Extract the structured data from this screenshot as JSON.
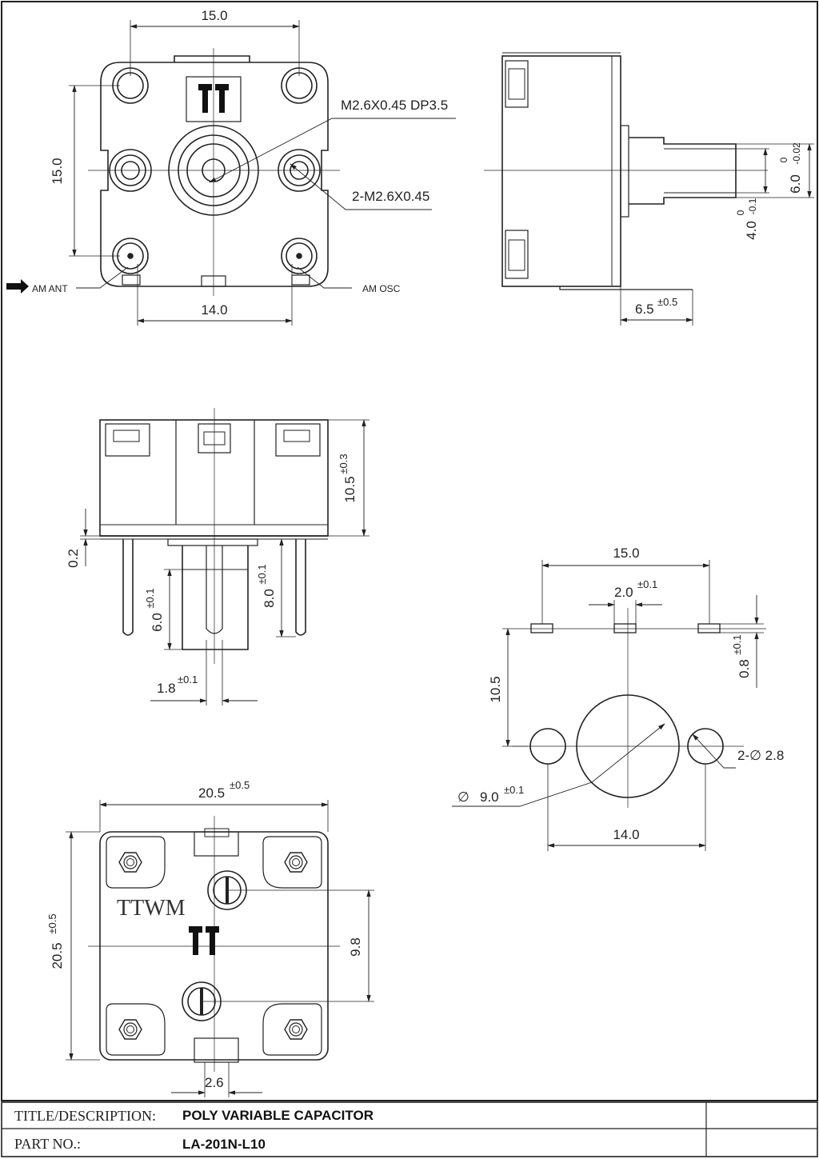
{
  "front_view": {
    "dim_width_top": "15.0",
    "dim_height_left": "15.0",
    "dim_width_bottom": "14.0",
    "callout_shaft_thread": "M2.6X0.45 DP3.5",
    "callout_mount_threads": "2-M2.6X0.45",
    "label_ant": "AM ANT",
    "label_osc": "AM OSC"
  },
  "side_view": {
    "dim_shaft_dia": "6.0",
    "dim_shaft_dia_tol_upper": "0",
    "dim_shaft_dia_tol_lower": "-0.02",
    "dim_shaft_flat": "4.0",
    "dim_shaft_flat_tol_upper": "0",
    "dim_shaft_flat_tol_lower": "-0.1",
    "dim_shaft_length": "6.5",
    "dim_shaft_length_tol": "±0.5"
  },
  "bottom_view": {
    "dim_height": "10.5",
    "dim_height_tol": "±0.3",
    "dim_gap": "0.2",
    "dim_shaft_len": "6.0",
    "dim_shaft_len_tol": "±0.1",
    "dim_pin_len": "8.0",
    "dim_pin_len_tol": "±0.1",
    "dim_pin_width": "1.8",
    "dim_pin_width_tol": "±0.1"
  },
  "pcb_layout": {
    "dim_outer_width": "15.0",
    "dim_slot_width": "2.0",
    "dim_slot_width_tol": "±0.1",
    "dim_slot_height": "0.8",
    "dim_slot_height_tol": "±0.1",
    "dim_offset": "10.5",
    "dim_hole_dia": "9.0",
    "dim_hole_dia_tol": "±0.1",
    "dim_hole_dia_prefix": "∅",
    "dim_mount_holes": "2-∅ 2.8",
    "dim_mount_spacing": "14.0"
  },
  "rear_view": {
    "dim_width": "20.5",
    "dim_width_tol": "±0.5",
    "dim_height": "20.5",
    "dim_height_tol": "±0.5",
    "dim_trimmer_spacing": "9.8",
    "dim_tab_width": "2.6",
    "brand": "TTWM"
  },
  "title_block": {
    "title_label": "TITLE/DESCRIPTION:",
    "title_value": "POLY VARIABLE CAPACITOR",
    "part_label": "PART NO.:",
    "part_value": "LA-201N-L10"
  },
  "colors": {
    "line": "#222222",
    "paper": "#ffffff"
  }
}
